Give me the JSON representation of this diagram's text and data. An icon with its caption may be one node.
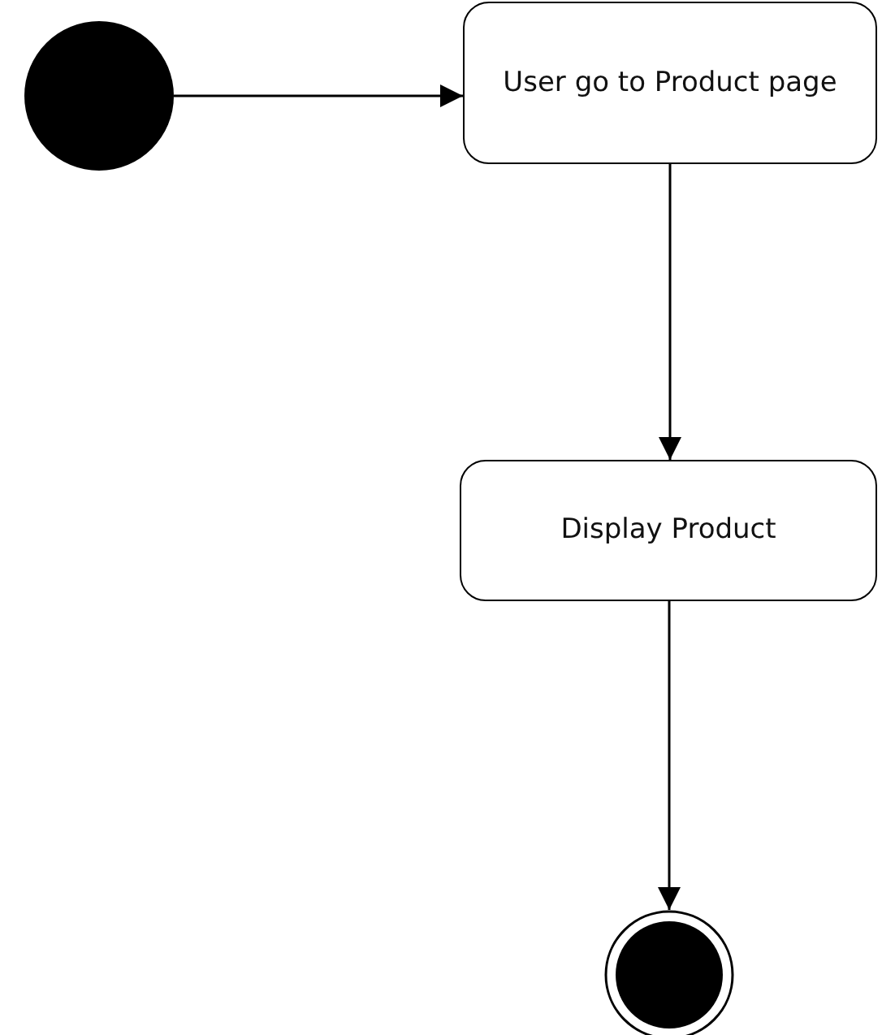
{
  "diagram": {
    "nodes": [
      {
        "text": [],
        "shape": "circle"
      },
      {
        "text": [
          "User go to Product page"
        ]
      },
      {
        "text": [
          "Display Product"
        ]
      },
      {
        "text": [],
        "shape": "circle"
      }
    ],
    "edges": [
      {
        "from": 0,
        "to": 1,
        "arrow": "to"
      },
      {
        "from": 1,
        "to": 2,
        "arrow": "to"
      },
      {
        "from": 2,
        "to": 3,
        "arrow": "to"
      }
    ]
  }
}
